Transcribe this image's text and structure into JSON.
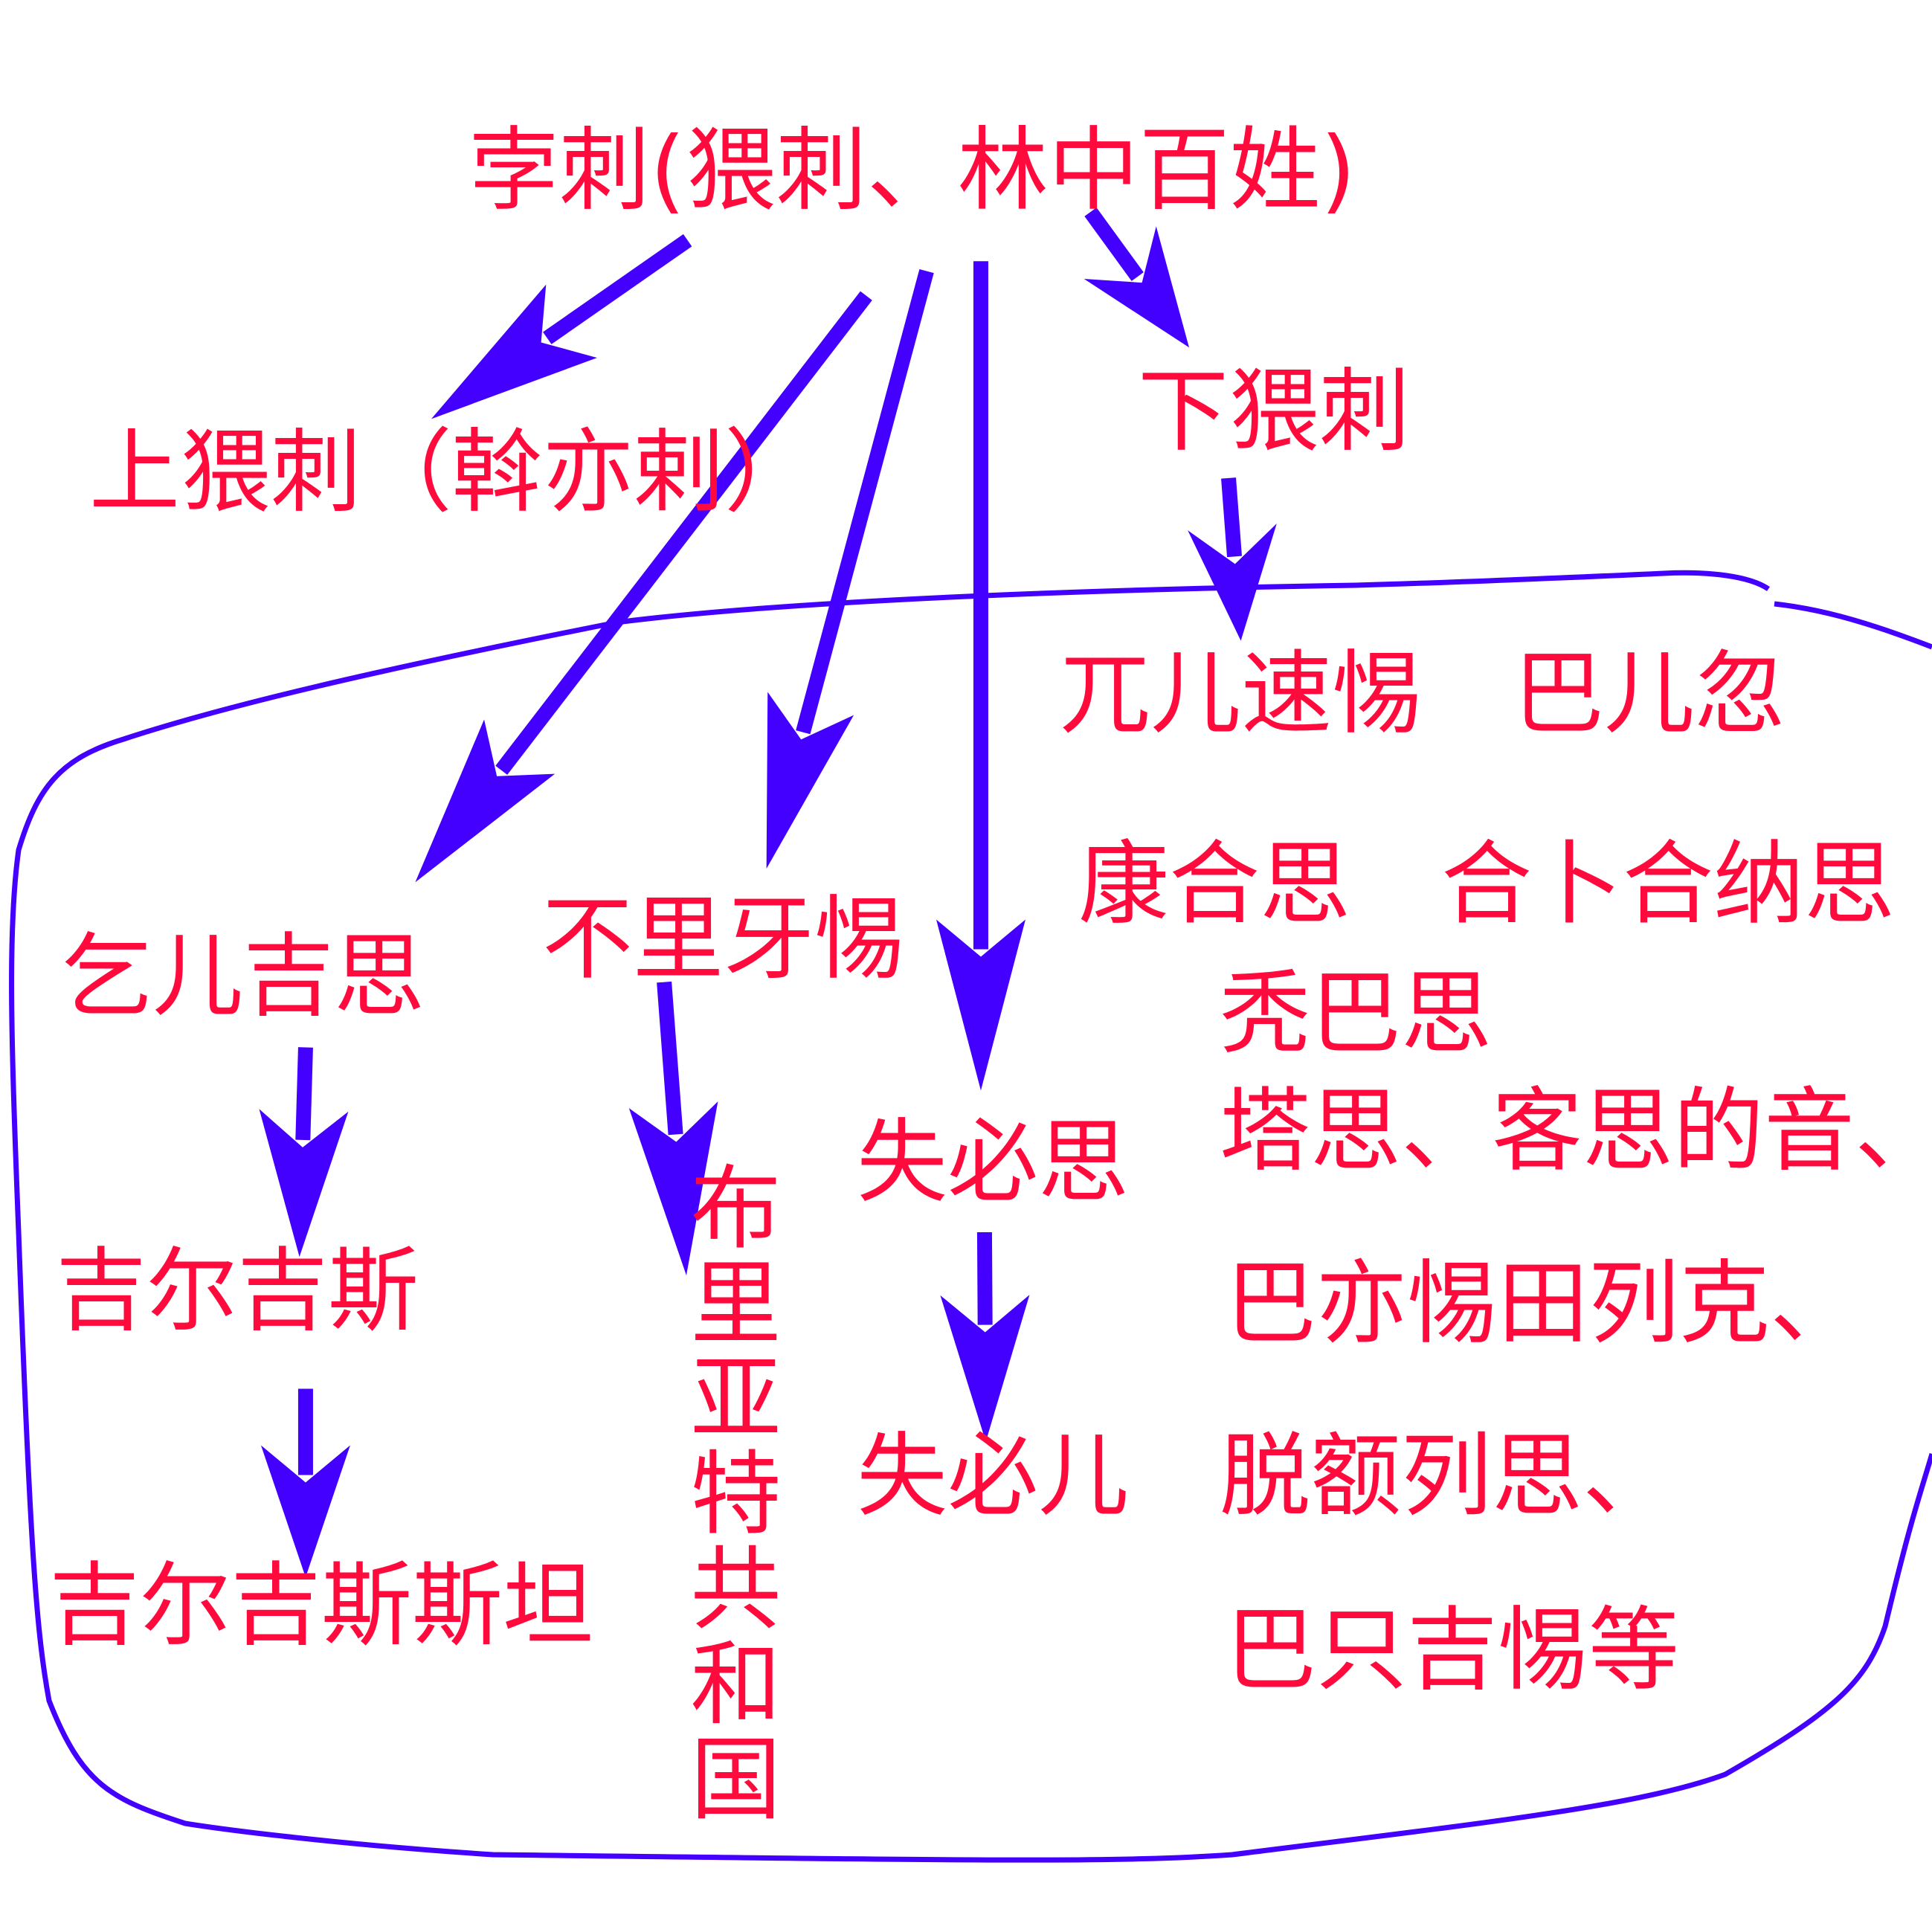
{
  "colors": {
    "text": "#ff0a3c",
    "arrow": "#4400ff",
    "outline": "#4400ff"
  },
  "nodes": {
    "root": "孛刺(猥刺、林中百姓)",
    "upper": "上猥刺（斡亦剌）",
    "lower": "下猥刺",
    "lower_tribes_1": "兀儿速惕　巴儿忽",
    "lower_tribes_2": "康合思　合卜合纳思",
    "lower_tribes_3": "秃巴思",
    "lower_tribes_4": "塔思、客思的音、",
    "lower_tribes_5": "巴亦惕田列克、",
    "lower_tribes_6": "脱额列思、",
    "lower_tribes_7": "巴只吉惕等",
    "kirgiz": "乞儿吉思",
    "kyrgyz": "吉尔吉斯",
    "kyrgyzstan": "吉尔吉斯斯坦",
    "buryat": "不里牙惕",
    "buryat_republic": "布里亚特共和国",
    "shibis": "失必思",
    "shibir": "失必儿"
  }
}
